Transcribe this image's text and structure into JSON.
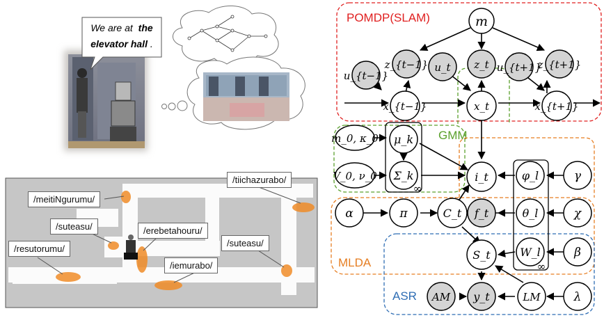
{
  "speech": {
    "line1": "We are at",
    "line1_bold": "the",
    "line2_bold": "elevator hall",
    "line2_end": "."
  },
  "map_labels": [
    "/tiichazurabo/",
    "/meitiNgurumu/",
    "/suteasu/",
    "/erebetahouru/",
    "/suteasu/",
    "/resutorumu/",
    "/iemurabo/"
  ],
  "regions": {
    "pomdp": {
      "label": "POMDP(SLAM)",
      "color": "#e02020"
    },
    "gmm": {
      "label": "GMM",
      "color": "#5aa02c"
    },
    "mlda": {
      "label": "MLDA",
      "color": "#e67e22"
    },
    "asr": {
      "label": "ASR",
      "color": "#2e6db4"
    }
  },
  "nodes": {
    "m": "m",
    "z_prev": "z_{t−1}",
    "z_t": "z_t",
    "z_next": "z_{t+1}",
    "u_prev": "u_{t−1}",
    "u_t": "u_t",
    "u_next": "u_{t+1}",
    "x_prev": "x_{t−1}",
    "x_t": "x_t",
    "x_next": "x_{t+1}",
    "m0k0": "m_0, κ_0",
    "V0v0": "V_0, ν_0",
    "mu": "μ_k",
    "sigma": "Σ_k",
    "inf": "∞",
    "i": "i_t",
    "phi": "φ_l",
    "gamma": "γ",
    "alpha": "α",
    "pi": "π",
    "C": "C_t",
    "f": "f_t",
    "theta": "θ_l",
    "chi": "χ",
    "S": "S_t",
    "W": "W_l",
    "beta": "β",
    "inf2": "∞",
    "AM": "AM",
    "y": "y_t",
    "LM": "LM",
    "lambda": "λ"
  }
}
